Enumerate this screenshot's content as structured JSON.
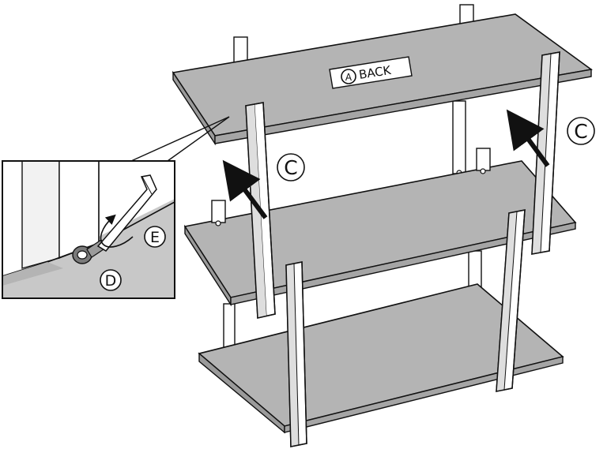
{
  "labels": {
    "back_circle": "A",
    "back_text": "BACK",
    "c": "C",
    "d": "D",
    "e": "E"
  },
  "colors": {
    "shelf": "#b4b4b4",
    "shelf_edge": "#9a9a9a",
    "post": "#ffffff",
    "post_shade": "#dedede",
    "outline": "#111111",
    "inset_bg": "#c8c8c8",
    "inset_panel": "#ffffff"
  },
  "icons": [
    "hex-key-icon",
    "rotation-arrow-icon",
    "insert-arrow-icon",
    "cam-bolt-icon"
  ]
}
